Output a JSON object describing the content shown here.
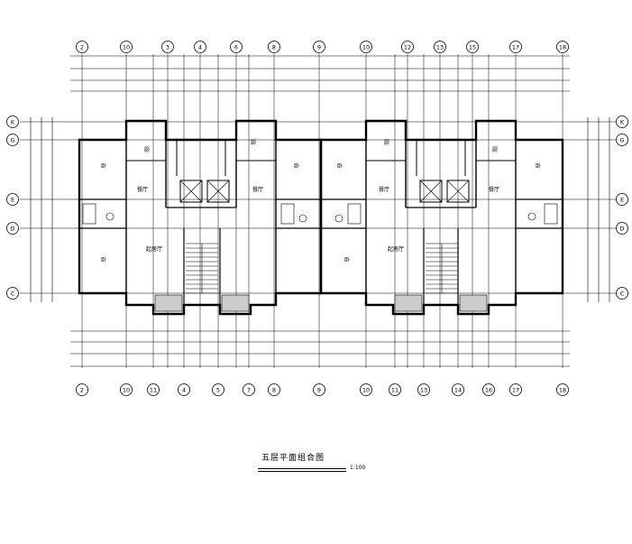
{
  "drawing": {
    "title": "五层平面组合图",
    "scale": "1:100"
  },
  "axes": {
    "top_bubbles": [
      "2",
      "10",
      "3",
      "4",
      "6",
      "8",
      "9",
      "10",
      "12",
      "13",
      "15",
      "17",
      "18"
    ],
    "bottom_bubbles": [
      "2",
      "10",
      "11",
      "4",
      "5",
      "7",
      "8",
      "9",
      "10",
      "11",
      "13",
      "14",
      "16",
      "17",
      "18"
    ],
    "left_bubbles": [
      "K",
      "G",
      "E",
      "D",
      "C"
    ],
    "right_bubbles": [
      "K",
      "G",
      "E",
      "D",
      "C"
    ]
  },
  "rooms": [
    {
      "label": "卧",
      "id": "r1"
    },
    {
      "label": "厨",
      "id": "r2"
    },
    {
      "label": "餐厅",
      "id": "r3"
    },
    {
      "label": "起居厅",
      "id": "r4"
    },
    {
      "label": "卧",
      "id": "r5"
    },
    {
      "label": "厨",
      "id": "r6"
    },
    {
      "label": "餐厅",
      "id": "r7"
    },
    {
      "label": "卧",
      "id": "r8"
    },
    {
      "label": "卧",
      "id": "r9"
    },
    {
      "label": "厨",
      "id": "r10"
    },
    {
      "label": "餐厅",
      "id": "r11"
    },
    {
      "label": "起居厅",
      "id": "r12"
    },
    {
      "label": "卧",
      "id": "r13"
    },
    {
      "label": "厨",
      "id": "r14"
    },
    {
      "label": "餐厅",
      "id": "r15"
    },
    {
      "label": "卧",
      "id": "r16"
    }
  ],
  "colors": {
    "line": "#000000",
    "background": "#ffffff"
  }
}
